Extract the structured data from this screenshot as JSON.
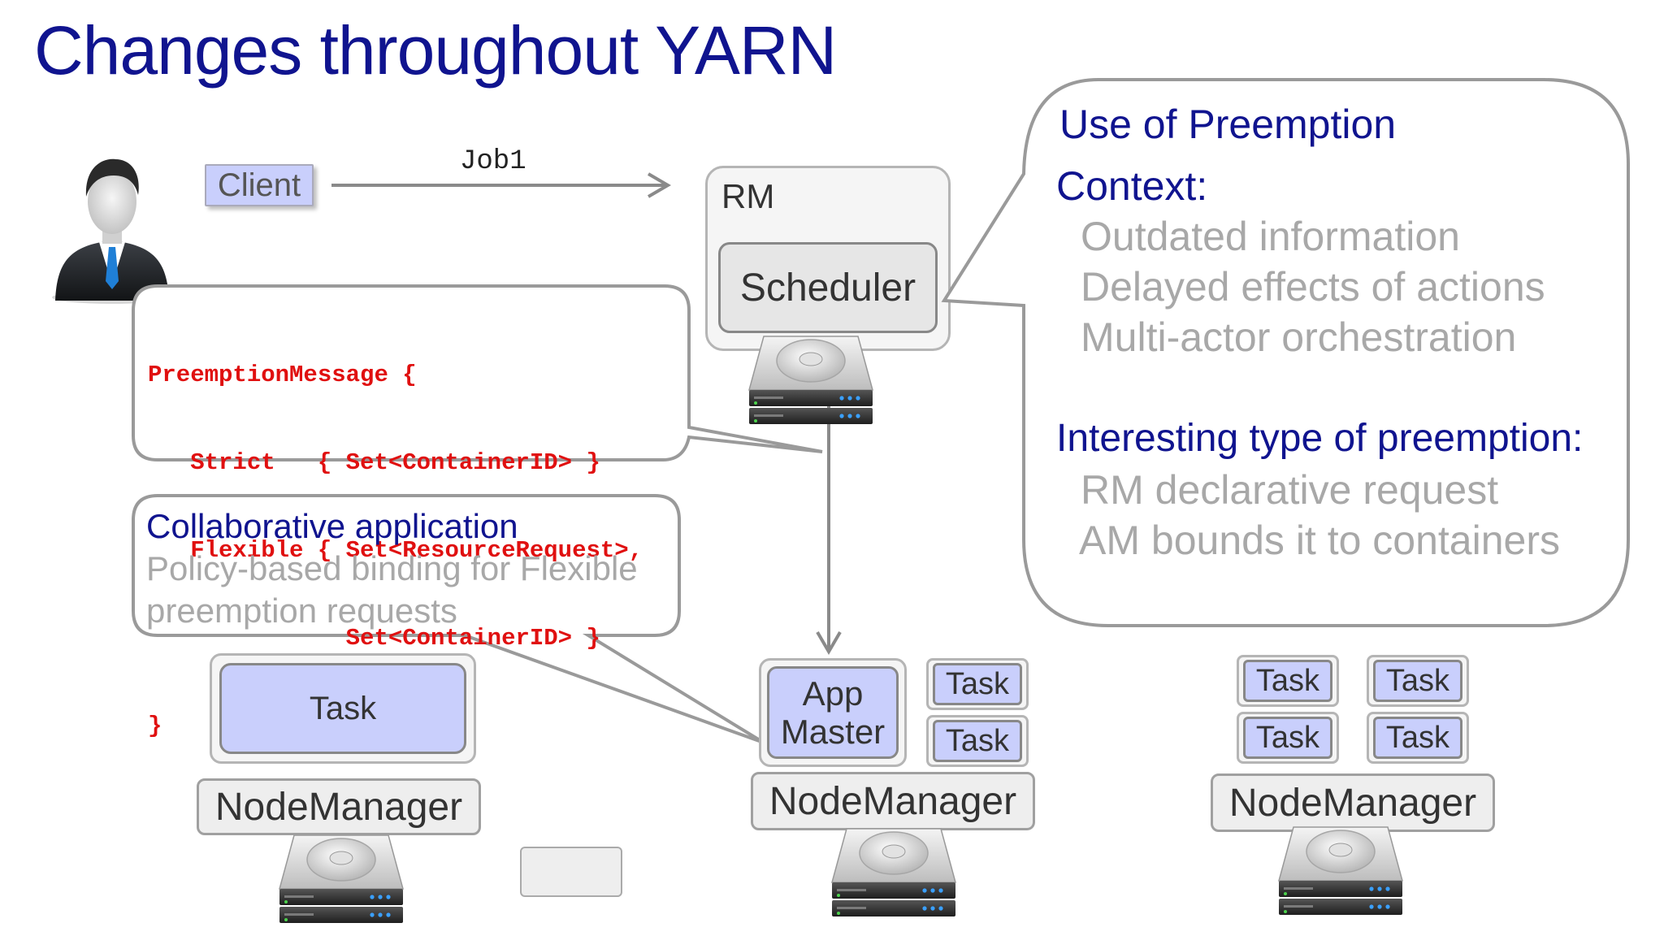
{
  "title": "Changes throughout YARN",
  "client": {
    "label": "Client"
  },
  "job": {
    "label": "Job1"
  },
  "rm": {
    "label": "RM",
    "scheduler_label": "Scheduler"
  },
  "preemption_message": {
    "lines": [
      "PreemptionMessage {",
      "   Strict   { Set<ContainerID> }",
      "   Flexible { Set<ResourceRequest>,",
      "              Set<ContainerID> }",
      "}"
    ]
  },
  "collab": {
    "heading": "Collaborative application",
    "line1": "Policy-based binding for Flexible",
    "line2": "preemption requests"
  },
  "speech": {
    "heading": "Use of Preemption",
    "context_label": "Context:",
    "context_items": [
      "Outdated information",
      "Delayed effects of actions",
      "Multi-actor orchestration"
    ],
    "interesting_label": "Interesting type of preemption:",
    "interesting_items": [
      "RM declarative request",
      "AM bounds it to containers"
    ]
  },
  "node1": {
    "task_label": "Task",
    "nodemanager_label": "NodeManager"
  },
  "node2": {
    "am_line1": "App",
    "am_line2": "Master",
    "task1": "Task",
    "task2": "Task",
    "nodemanager_label": "NodeManager"
  },
  "node3": {
    "tasks": [
      "Task",
      "Task",
      "Task",
      "Task"
    ],
    "nodemanager_label": "NodeManager"
  }
}
